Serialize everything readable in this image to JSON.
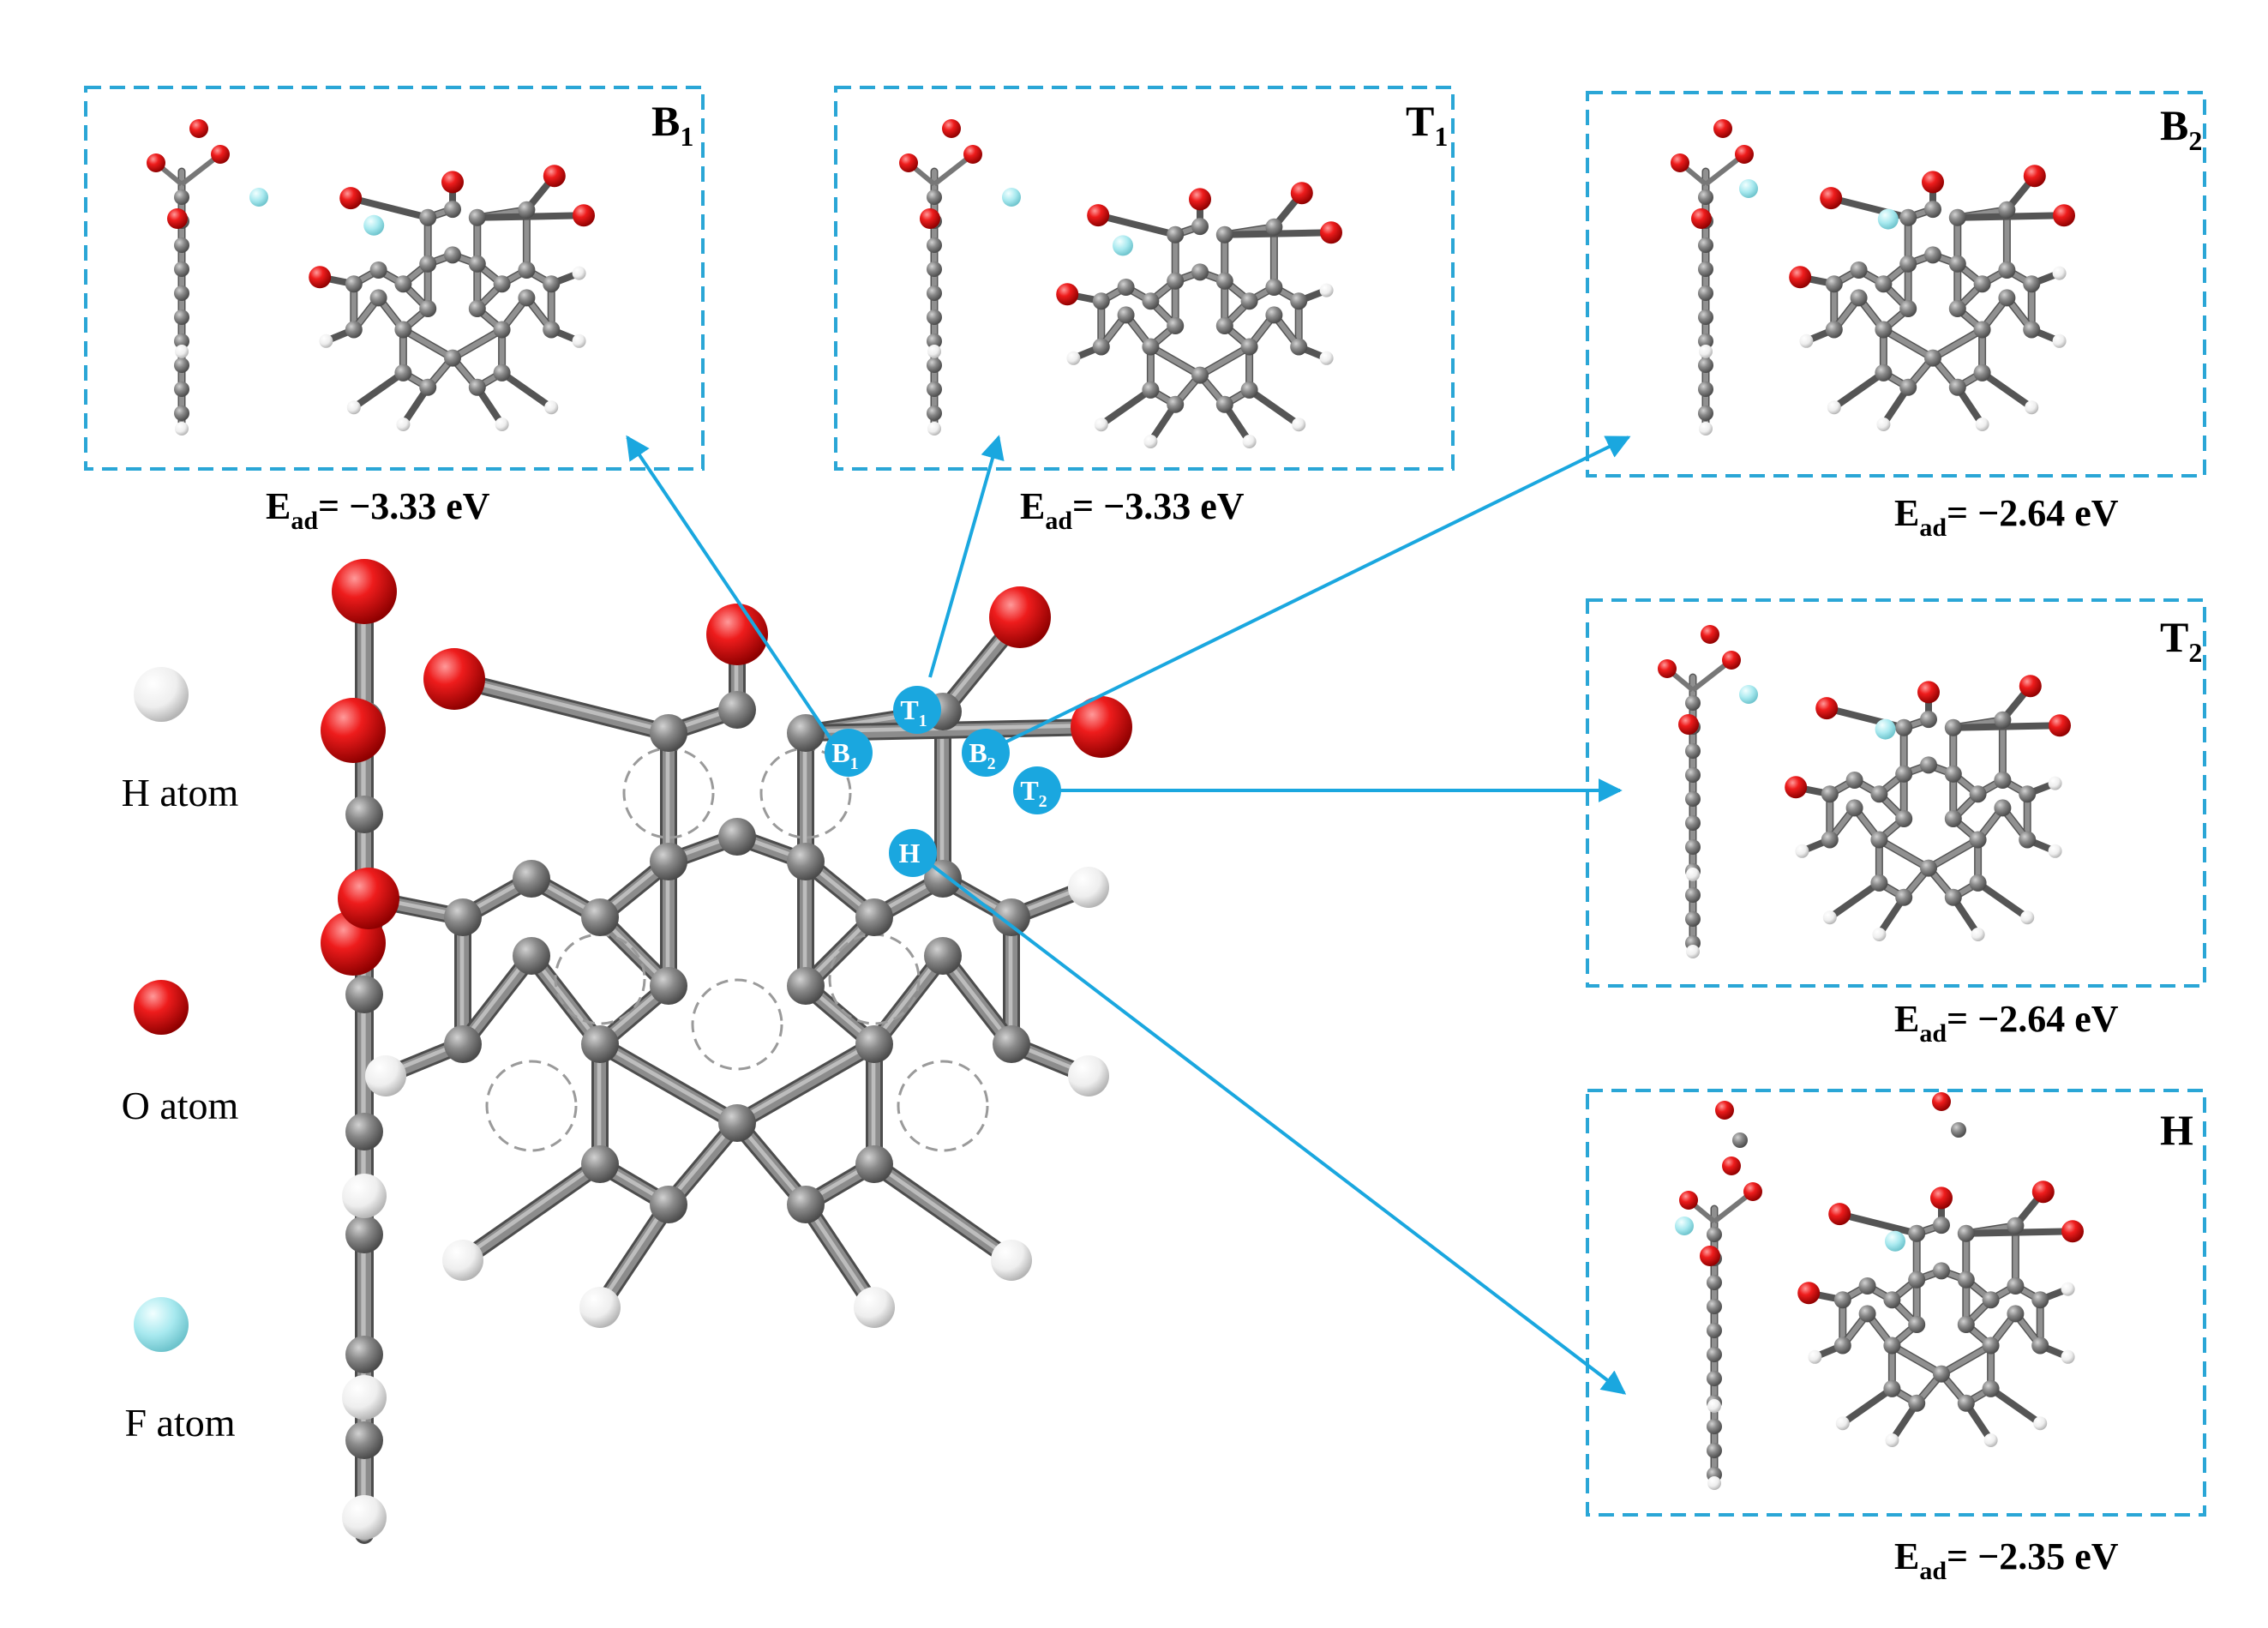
{
  "colors": {
    "carbon": "#7a7a7a",
    "carbon_dark": "#555555",
    "oxygen": "#e81414",
    "hydrogen": "#f4f4f4",
    "fluorine": "#a6e8ee",
    "site": "#1aa7df",
    "arrow": "#1aa7df",
    "panel_border": "#2aa6d6"
  },
  "legend": {
    "items": [
      {
        "name": "H atom",
        "color": "hydrogen"
      },
      {
        "name": "O atom",
        "color": "oxygen"
      },
      {
        "name": "F atom",
        "color": "fluorine"
      }
    ]
  },
  "sites": [
    {
      "id": "B1",
      "main": "B",
      "sub": "1"
    },
    {
      "id": "T1",
      "main": "T",
      "sub": "1"
    },
    {
      "id": "B2",
      "main": "B",
      "sub": "2"
    },
    {
      "id": "T2",
      "main": "T",
      "sub": "2"
    },
    {
      "id": "H",
      "main": "H",
      "sub": ""
    }
  ],
  "panels": [
    {
      "id": "B1",
      "main": "B",
      "sub": "1",
      "energy_prefix": "E",
      "energy_sub": "ad",
      "energy_value": "= −3.33 eV"
    },
    {
      "id": "T1",
      "main": "T",
      "sub": "1",
      "energy_prefix": "E",
      "energy_sub": "ad",
      "energy_value": "= −3.33 eV"
    },
    {
      "id": "B2",
      "main": "B",
      "sub": "2",
      "energy_prefix": "E",
      "energy_sub": "ad",
      "energy_value": "= −2.64 eV"
    },
    {
      "id": "T2",
      "main": "T",
      "sub": "2",
      "energy_prefix": "E",
      "energy_sub": "ad",
      "energy_value": "= −2.64 eV"
    },
    {
      "id": "H",
      "main": "H",
      "sub": "",
      "energy_prefix": "E",
      "energy_sub": "ad",
      "energy_value": "= −2.35 eV"
    }
  ]
}
